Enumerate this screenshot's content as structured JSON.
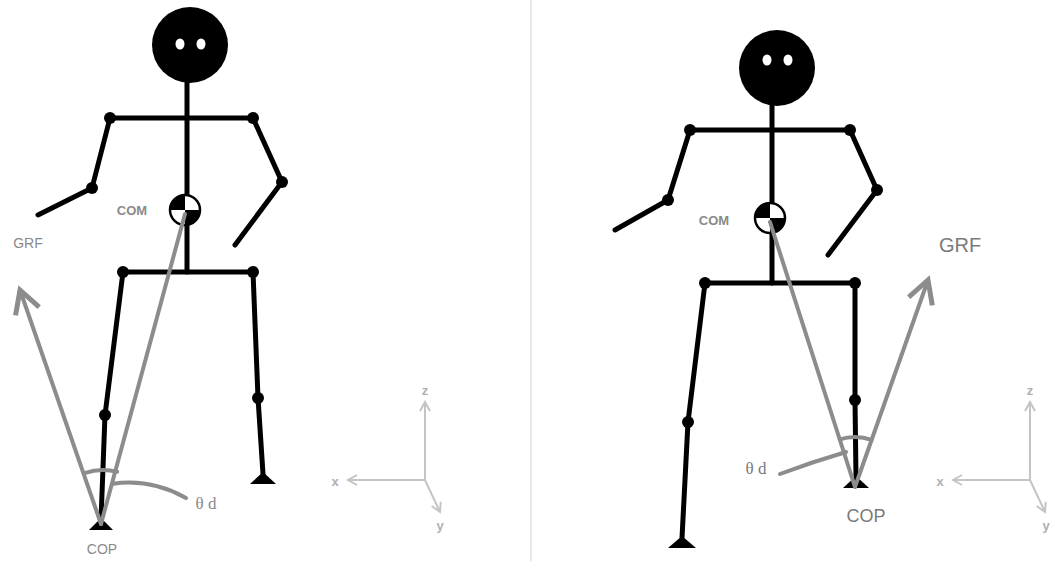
{
  "diagram": {
    "labels": [
      "COM",
      "GRF",
      "θ d",
      "COP",
      "z",
      "x",
      "y",
      "COM",
      "GRF",
      "θ d",
      "COP",
      "z",
      "x",
      "y"
    ]
  }
}
